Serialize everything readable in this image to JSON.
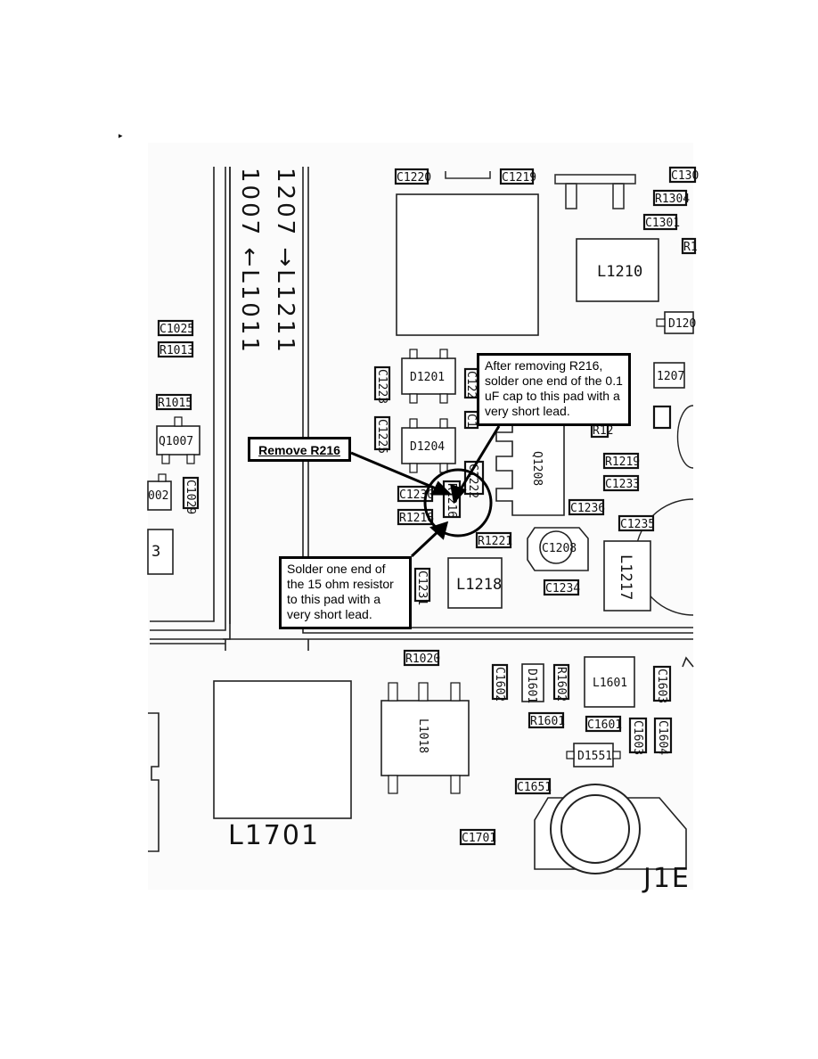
{
  "callouts": {
    "remove": "Remove R216",
    "cap": "After removing R216, solder one end of the 0.1 uF cap to this pad with a very short lead.",
    "resistor": "Solder one end of the 15 ohm resistor to this pad with a very short lead."
  },
  "traces": {
    "left": "1007 ←L1011",
    "right": "1207 →L1211"
  },
  "components": {
    "C1220": "C1220",
    "C1219": "C1219",
    "C130": "C130",
    "R1304": "R1304",
    "C1301": "C1301",
    "R1_edge": "R1",
    "L1210": "L1210",
    "D120": "D120",
    "C1025": "C1025",
    "R1013": "R1013",
    "D1201": "D1201",
    "C1223": "C1223",
    "C122x": "C122",
    "R1207": "1207",
    "R1015": "R1015",
    "C1225": "C1225",
    "D1204": "D1204",
    "C12_a": "C1",
    "R12_b": "R12",
    "Q1007": "Q1007",
    "Q1208": "Q1208",
    "R1219": "R1219",
    "C1233": "C1233",
    "C1222": "C1222",
    "R1216": "R1216",
    "C1230": "C1230",
    "R1218": "R1218",
    "C1236": "C1236",
    "C1235": "C1235",
    "Q002": "002",
    "C1029": "C1029",
    "R1221": "R1221",
    "C1208": "C1208",
    "L1217": "L1217",
    "N3": "3",
    "C1231": "C1231",
    "L1218": "L1218",
    "C1234": "C1234",
    "R1020": "R1020",
    "C1602": "C1602",
    "D1601": "D1601",
    "R1602": "R1602",
    "L1601": "L1601",
    "C1603_a": "C1603",
    "L1018": "L1018",
    "R1601": "R1601",
    "C1601": "C1601",
    "C1603_b": "C1603",
    "C1604": "C1604",
    "D1551": "D1551",
    "C1651": "C1651",
    "L1701": "L1701",
    "C1701": "C1701",
    "J1": "J1E"
  }
}
